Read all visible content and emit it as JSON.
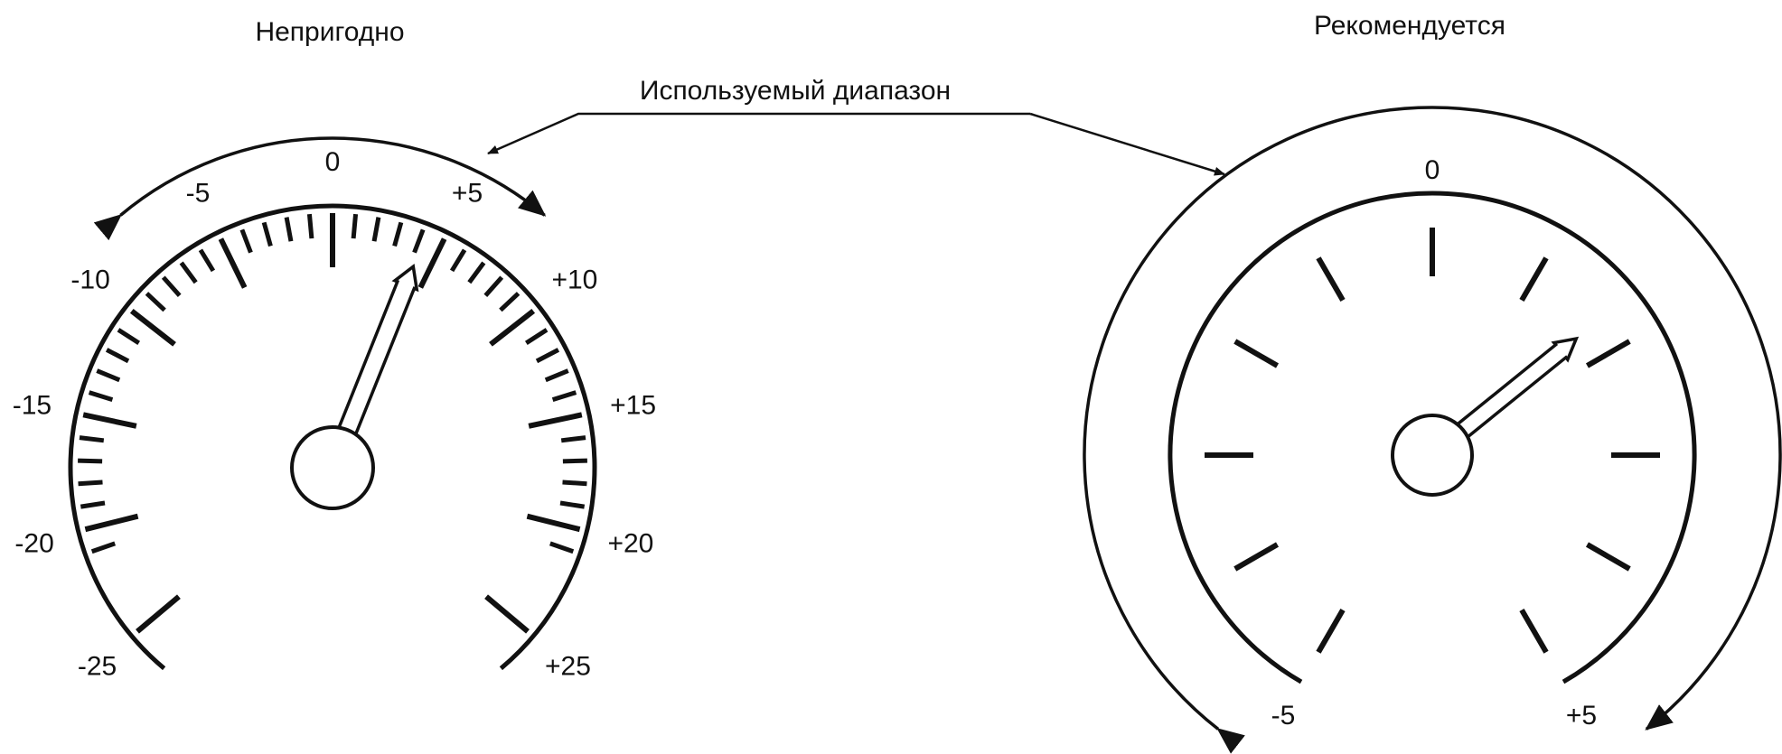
{
  "labels": {
    "left_title": "Непригодно",
    "right_title": "Рекомендуется",
    "usable_range": "Используемый диапазон"
  },
  "left_gauge": {
    "scale_labels": [
      "-25",
      "-20",
      "-15",
      "-10",
      "-5",
      "0",
      "+5",
      "+10",
      "+15",
      "+20",
      "+25"
    ],
    "needle_value": 2
  },
  "right_gauge": {
    "scale_labels": [
      "-5",
      "0",
      "+5"
    ],
    "needle_value": 2
  },
  "colors": {
    "ink": "#111111",
    "background": "#ffffff"
  }
}
